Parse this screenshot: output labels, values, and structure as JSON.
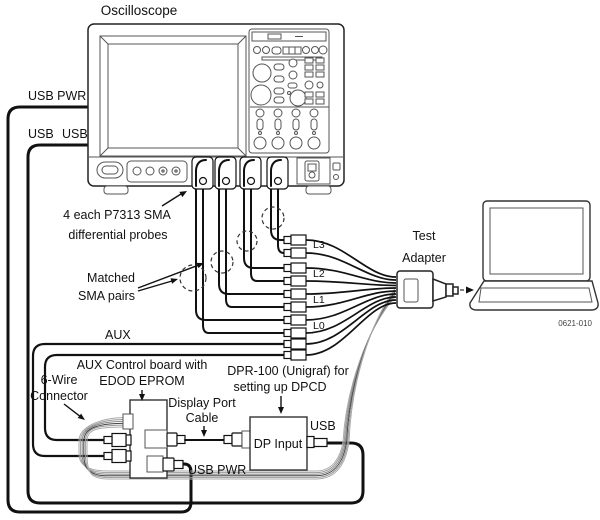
{
  "diagram": {
    "title": "Oscilloscope",
    "figure_number": "0621-010",
    "colors": {
      "line": "#1a1a1a",
      "wire_bundle": "#999999",
      "background": "#ffffff"
    },
    "labels": {
      "usb_pwr_top": "USB PWR",
      "usb_left": "USB",
      "usb_right": "USB",
      "probes_line1": "4 each P7313 SMA",
      "probes_line2": "differential probes",
      "matched_line1": "Matched",
      "matched_line2": "SMA pairs",
      "aux": "AUX",
      "test_adapter_line1": "Test",
      "test_adapter_line2": "Adapter",
      "lane_labels": [
        "L3",
        "L2",
        "L1",
        "L0"
      ],
      "aux_board_line1": "AUX Control board with",
      "aux_board_line2": "EDOD EPROM",
      "six_wire_line1": "6-Wire",
      "six_wire_line2": "Connector",
      "dp_cable_line1": "Display Port",
      "dp_cable_line2": "Cable",
      "dpr_line1": "DPR-100 (Unigraf) for",
      "dpr_line2": "setting up DPCD",
      "dp_input": "DP Input",
      "usb_dpr": "USB",
      "usb_pwr_bottom": "USB PWR"
    }
  }
}
